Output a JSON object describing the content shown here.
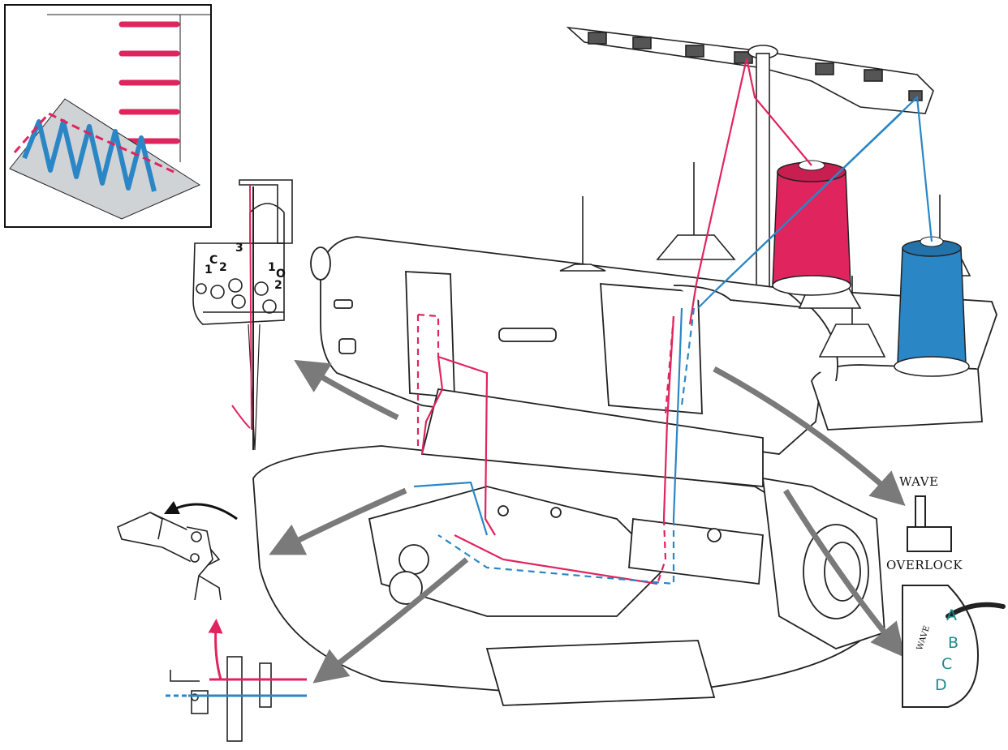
{
  "colors": {
    "pink_thread": "#e0245e",
    "blue_thread": "#2b86c5",
    "arrow_gray": "#7a7a7a",
    "line": "#222222",
    "dial_text": "#1c8a8a"
  },
  "switch": {
    "top_label": "WAVE",
    "bottom_label": "OVERLOCK"
  },
  "dial": {
    "side_label": "WAVE",
    "letters": [
      "A",
      "B",
      "C",
      "D"
    ]
  },
  "needle_plate": {
    "marks": [
      "C",
      "2",
      "3",
      "1",
      "O",
      "1",
      "2"
    ]
  }
}
